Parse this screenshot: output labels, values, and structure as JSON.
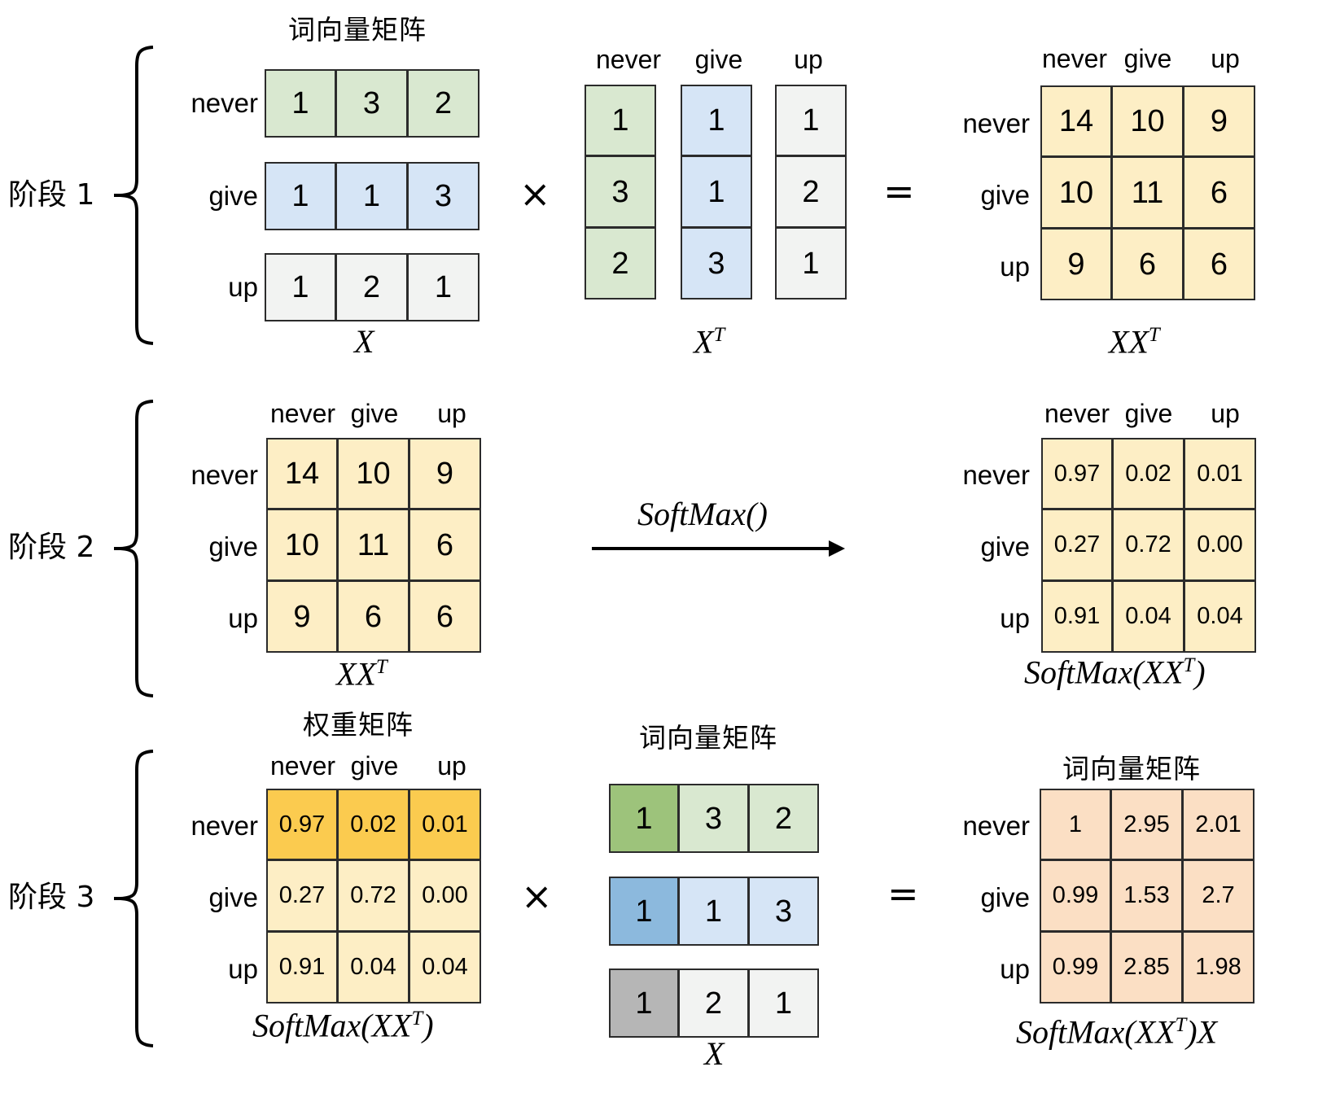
{
  "words": [
    "never",
    "give",
    "up"
  ],
  "stages": {
    "s1": {
      "label": "阶段 1"
    },
    "s2": {
      "label": "阶段 2"
    },
    "s3": {
      "label": "阶段 3"
    }
  },
  "titles": {
    "word_vector_matrix": "词向量矩阵",
    "weight_matrix": "权重矩阵"
  },
  "operators": {
    "times": "×",
    "equals": "=",
    "softmax_fn": "SoftMax()"
  },
  "captions": {
    "X": "X",
    "XT": "X",
    "XT_sup": "T",
    "XXT_a": "X",
    "XXT_b": "X",
    "XXT_sup": "T",
    "softmax_xxt_pre": "SoftMax(XX",
    "softmax_xxt_sup": "T",
    "softmax_xxt_post": ")",
    "softmax_xxt_x_post": ")X"
  },
  "stage1": {
    "X": {
      "row_labels": [
        "never",
        "give",
        "up"
      ],
      "rows": [
        [
          "1",
          "3",
          "2"
        ],
        [
          "1",
          "1",
          "3"
        ],
        [
          "1",
          "2",
          "1"
        ]
      ]
    },
    "XT": {
      "col_labels": [
        "never",
        "give",
        "up"
      ],
      "columns": [
        [
          "1",
          "3",
          "2"
        ],
        [
          "1",
          "1",
          "3"
        ],
        [
          "1",
          "2",
          "1"
        ]
      ]
    },
    "XXT": {
      "col_labels": [
        "never",
        "give",
        "up"
      ],
      "row_labels": [
        "never",
        "give",
        "up"
      ],
      "rows": [
        [
          "14",
          "10",
          "9"
        ],
        [
          "10",
          "11",
          "6"
        ],
        [
          "9",
          "6",
          "6"
        ]
      ]
    }
  },
  "stage2": {
    "XXT": {
      "col_labels": [
        "never",
        "give",
        "up"
      ],
      "row_labels": [
        "never",
        "give",
        "up"
      ],
      "rows": [
        [
          "14",
          "10",
          "9"
        ],
        [
          "10",
          "11",
          "6"
        ],
        [
          "9",
          "6",
          "6"
        ]
      ]
    },
    "softmax_XXT": {
      "col_labels": [
        "never",
        "give",
        "up"
      ],
      "row_labels": [
        "never",
        "give",
        "up"
      ],
      "rows": [
        [
          "0.97",
          "0.02",
          "0.01"
        ],
        [
          "0.27",
          "0.72",
          "0.00"
        ],
        [
          "0.91",
          "0.04",
          "0.04"
        ]
      ]
    }
  },
  "stage3": {
    "weights": {
      "col_labels": [
        "never",
        "give",
        "up"
      ],
      "row_labels": [
        "never",
        "give",
        "up"
      ],
      "rows": [
        [
          "0.97",
          "0.02",
          "0.01"
        ],
        [
          "0.27",
          "0.72",
          "0.00"
        ],
        [
          "0.91",
          "0.04",
          "0.04"
        ]
      ]
    },
    "X": {
      "rows": [
        [
          "1",
          "3",
          "2"
        ],
        [
          "1",
          "1",
          "3"
        ],
        [
          "1",
          "2",
          "1"
        ]
      ]
    },
    "result": {
      "row_labels": [
        "never",
        "give",
        "up"
      ],
      "rows": [
        [
          "1",
          "2.95",
          "2.01"
        ],
        [
          "0.99",
          "1.53",
          "2.7"
        ],
        [
          "0.99",
          "2.85",
          "1.98"
        ]
      ]
    }
  },
  "colors": {
    "green_light": "#d9e8d0",
    "green_dark": "#9dc37b",
    "blue_light": "#d6e5f6",
    "blue_dark": "#8cb9dd",
    "gray_light": "#f2f3f2",
    "gray_dark": "#b6b6b6",
    "yellow_light": "#fdeec5",
    "yellow_dark": "#fbcb4f",
    "peach": "#fbdfc4",
    "border": "#2b2b2b"
  }
}
